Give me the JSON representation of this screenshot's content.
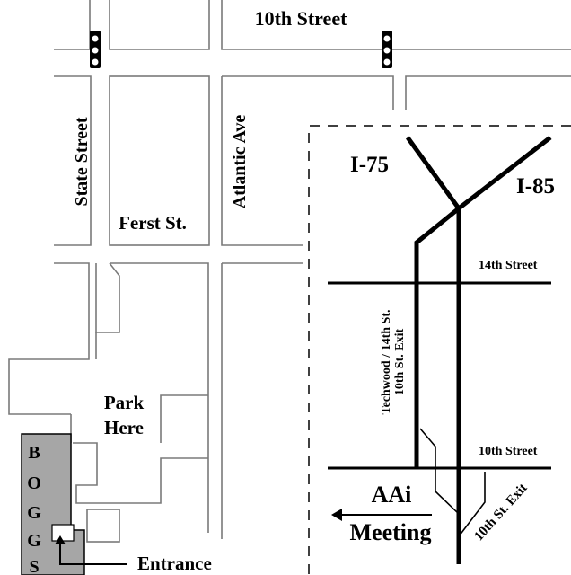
{
  "streets": {
    "tenth_top": "10th Street",
    "state": "State Street",
    "ferst": "Ferst St.",
    "atlantic": "Atlantic Ave"
  },
  "parking": {
    "line1": "Park",
    "line2": "Here"
  },
  "building": {
    "letters": [
      "B",
      "O",
      "G",
      "G",
      "S"
    ],
    "fill": "#a6a6a6"
  },
  "entrance": "Entrance",
  "inset": {
    "i75": "I-75",
    "i85": "I-85",
    "fourteenth": "14th Street",
    "tenth": "10th Street",
    "techwood_line1": "Techwood / 14th St.",
    "techwood_line2": "10th St. Exit",
    "tenth_exit": "10th St. Exit",
    "aai": "AAi",
    "meeting": "Meeting"
  }
}
